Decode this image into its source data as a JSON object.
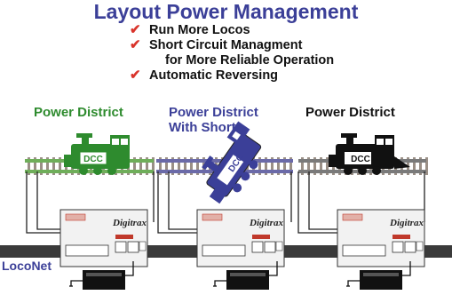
{
  "title": "Layout Power Management",
  "bullets": [
    {
      "line1": "Run More Locos",
      "line2": ""
    },
    {
      "line1": "Short Circuit Managment",
      "line2": "for More Reliable Operation"
    },
    {
      "line1": "Automatic Reversing",
      "line2": ""
    }
  ],
  "districts": [
    {
      "line1": "Power District",
      "line2": "",
      "color": "#2e8b2e"
    },
    {
      "line1": "Power District",
      "line2": "With Short",
      "color": "#3b3f98"
    },
    {
      "line1": "Power District",
      "line2": "",
      "color": "#111111"
    }
  ],
  "loco_label": "DCC",
  "brand": "Digitrax",
  "bus_label": "LocoNet",
  "colors": {
    "title": "#3b3f98",
    "check": "#d9342b",
    "rail_green": "#6fae5a",
    "tie": "#9a8f86"
  }
}
